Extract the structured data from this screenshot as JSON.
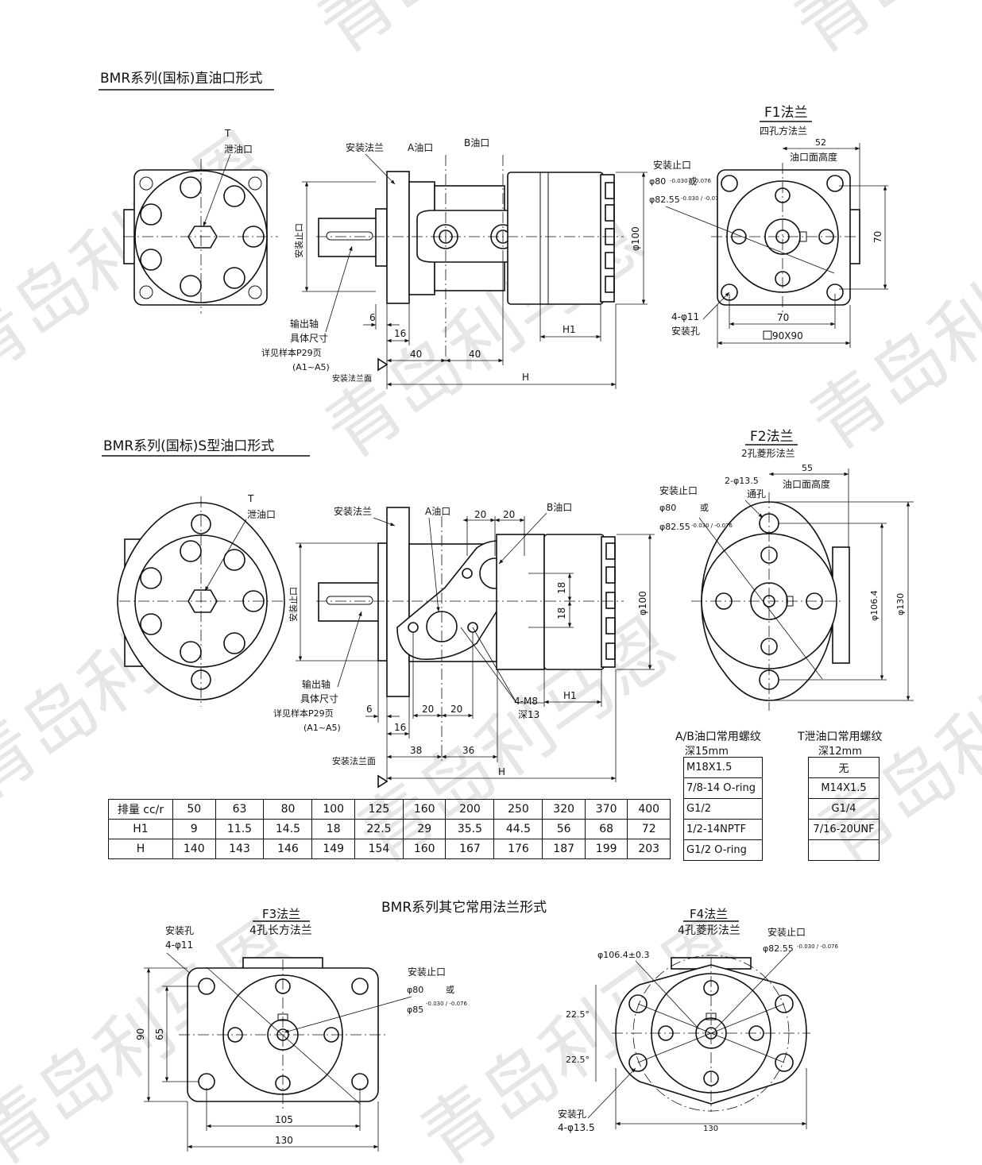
{
  "watermark": "青岛利马恩",
  "section1": {
    "title": "BMR系列(国标)直油口形式",
    "t_port_letter": "T",
    "t_port_label": "泄油口",
    "mount_flange": "安装法兰",
    "a_port": "A油口",
    "b_port": "B油口",
    "pilot": "安装止口",
    "pilot_dim1": "φ80",
    "pilot_tol1": "-0.030 / -0.076",
    "pilot_or": "或",
    "pilot_dim2": "φ82.55",
    "pilot_tol2": "-0.030 / -0.076",
    "body_dia": "φ100",
    "shaft_label1": "输出轴",
    "shaft_label2": "具体尺寸",
    "shaft_label3": "详见样本P29页",
    "shaft_label4": "(A1~A5)",
    "mount_face": "安装法兰面",
    "d6": "6",
    "d16": "16",
    "d40a": "40",
    "d40b": "40",
    "h1": "H1",
    "h": "H",
    "flange_title": "F1法兰",
    "flange_sub": "四孔方法兰",
    "port_height_val": "52",
    "port_height_label": "油口面高度",
    "holes_label1": "4-φ11",
    "holes_label2": "安装孔",
    "d70h": "70",
    "d70v": "70",
    "square": "90X90"
  },
  "section2": {
    "title": "BMR系列(国标)S型油口形式",
    "t_port_letter": "T",
    "t_port_label": "泄油口",
    "mount_flange": "安装法兰",
    "a_port": "A油口",
    "b_port": "B油口",
    "d20a": "20",
    "d20b": "20",
    "d18a": "18",
    "d18b": "18",
    "body_dia": "φ100",
    "shaft_label1": "输出轴",
    "shaft_label2": "具体尺寸",
    "shaft_label3": "详见样本P29页",
    "shaft_label4": "(A1~A5)",
    "thread_label1": "4-M8",
    "thread_label2": "深13",
    "d6": "6",
    "d16": "16",
    "d20c": "20",
    "d20d": "20",
    "d38": "38",
    "d36": "36",
    "h1": "H1",
    "h": "H",
    "mount_face": "安装法兰面",
    "flange_title": "F2法兰",
    "flange_sub": "2孔菱形法兰",
    "port_height_val": "55",
    "port_height_label": "油口面高度",
    "through_holes1": "2-φ13.5",
    "through_holes2": "通孔",
    "pilot": "安装止口",
    "pilot_dim1": "φ80",
    "pilot_or": "或",
    "pilot_dim2": "φ82.55",
    "pilot_tol": "-0.030 / -0.076",
    "d1064": "φ106.4",
    "d130": "φ130"
  },
  "displacement_table": {
    "rows": [
      [
        "排量 cc/r",
        "50",
        "63",
        "80",
        "100",
        "125",
        "160",
        "200",
        "250",
        "320",
        "370",
        "400"
      ],
      [
        "H1",
        "9",
        "11.5",
        "14.5",
        "18",
        "22.5",
        "29",
        "35.5",
        "44.5",
        "56",
        "68",
        "72"
      ],
      [
        "H",
        "140",
        "143",
        "146",
        "149",
        "154",
        "160",
        "167",
        "176",
        "187",
        "199",
        "203"
      ]
    ]
  },
  "ab_threads": {
    "title": "A/B油口常用螺纹",
    "depth": "深15mm",
    "items": [
      "M18X1.5",
      "7/8-14 O-ring",
      "G1/2",
      "1/2-14NPTF",
      "G1/2 O-ring"
    ]
  },
  "t_threads": {
    "title": "T泄油口常用螺纹",
    "depth": "深12mm",
    "items": [
      "无",
      "M14X1.5",
      "G1/4",
      "7/16-20UNF",
      ""
    ]
  },
  "section3": {
    "title": "BMR系列其它常用法兰形式",
    "f3_title": "F3法兰",
    "f3_sub": "4孔长方法兰",
    "f3_holes1": "安装孔",
    "f3_holes2": "4-φ11",
    "f3_pilot": "安装止口",
    "f3_pilot1": "φ80",
    "f3_or": "或",
    "f3_pilot2": "φ85",
    "tol": "-0.030 / -0.076",
    "d90": "90",
    "d65": "65",
    "d105": "105",
    "d130": "130",
    "f4_title": "F4法兰",
    "f4_sub": "4孔菱形法兰",
    "f4_pcd": "φ106.4±0.3",
    "f4_pilot": "安装止口",
    "f4_pilot1": "φ82.55",
    "f4_ang1": "22.5°",
    "f4_ang2": "22.5°",
    "f4_holes1": "安装孔",
    "f4_holes2": "4-φ13.5",
    "f4_d130": "130"
  }
}
